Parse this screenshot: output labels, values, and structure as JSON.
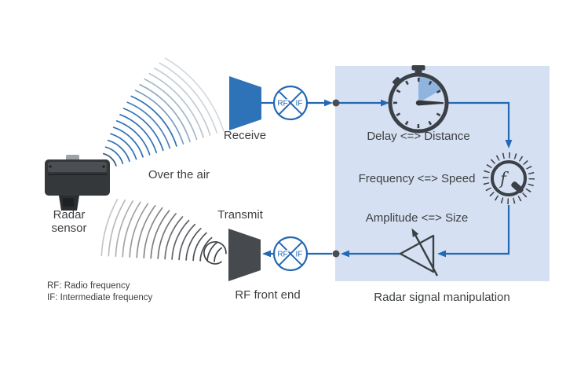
{
  "title": "Radar front end and signal manipulation diagram",
  "colors": {
    "accent_blue": "#2368b2",
    "antenna_blue": "#2e72b7",
    "dark_gray": "#3b4046",
    "box_fill": "#d5e0f2",
    "stopwatch_wedge": "#8fb5de",
    "text": "#3d4042"
  },
  "labels": {
    "radar_sensor": "Radar sensor",
    "over_the_air": "Over the air",
    "receive": "Receive",
    "transmit": "Transmit",
    "rf_front_end": "RF front end",
    "delay_distance": "Delay <=> Distance",
    "frequency_speed": "Frequency <=> Speed",
    "amplitude_size": "Amplitude <=> Size",
    "radar_signal_manipulation": "Radar signal manipulation"
  },
  "legend": {
    "rf": "RF: Radio frequency",
    "if": "IF: Intermediate frequency"
  },
  "mixers": {
    "rf": "RF",
    "if": "IF"
  },
  "dial": {
    "symbol": "f"
  }
}
